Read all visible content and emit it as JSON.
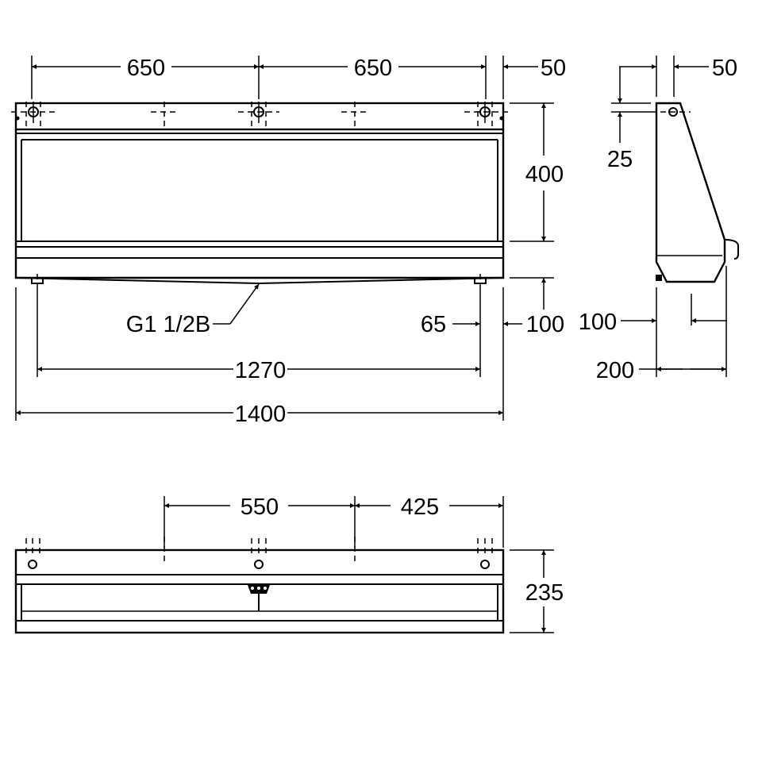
{
  "drawing": {
    "front": {
      "dims": {
        "d650_left": "650",
        "d650_right": "650",
        "d50_top": "50",
        "d400": "400",
        "d100": "100",
        "d65": "65",
        "d1270": "1270",
        "d1400": "1400",
        "pipe_label": "G1 1/2B"
      }
    },
    "side": {
      "dims": {
        "d50": "50",
        "d25": "25",
        "d100": "100",
        "d200": "200"
      }
    },
    "top": {
      "dims": {
        "d550": "550",
        "d425": "425",
        "d235": "235"
      }
    }
  }
}
